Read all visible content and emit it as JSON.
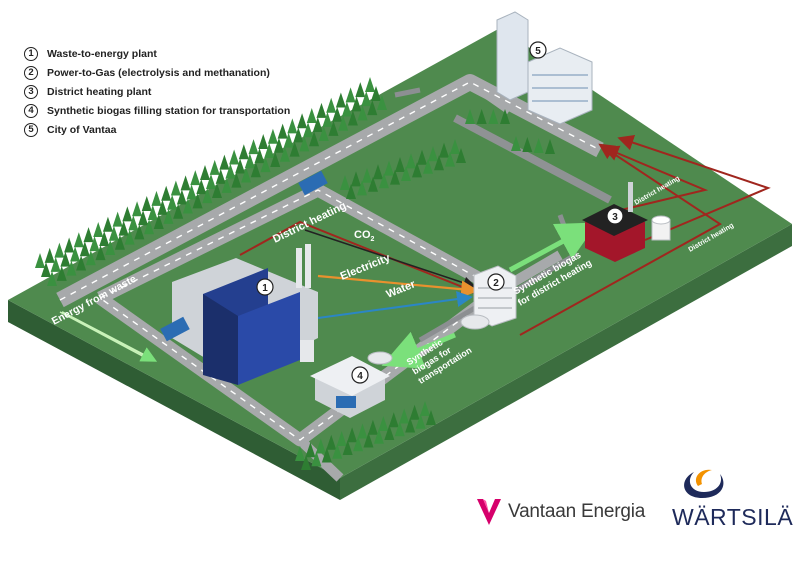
{
  "legend": {
    "items": [
      {
        "num": "1",
        "label": "Waste-to-energy plant"
      },
      {
        "num": "2",
        "label": "Power-to-Gas (electrolysis and methanation)"
      },
      {
        "num": "3",
        "label": "District heating plant"
      },
      {
        "num": "4",
        "label": "Synthetic biogas filling station for transportation"
      },
      {
        "num": "5",
        "label": "City of Vantaa"
      }
    ]
  },
  "flows": {
    "district_heating": "District heating",
    "co2": "CO",
    "co2_sub": "2",
    "electricity": "Electricity",
    "water": "Water",
    "energy_from_waste": "Energy from waste",
    "biogas_transport_1": "Synthetic",
    "biogas_transport_2": "biogas for",
    "biogas_transport_3": "transportation",
    "biogas_heating_1": "Synthetic biogas",
    "biogas_heating_2": "for district heating",
    "district_heating_a": "District heating",
    "district_heating_b": "District heating"
  },
  "markers": {
    "m1": "1",
    "m2": "2",
    "m3": "3",
    "m4": "4",
    "m5": "5"
  },
  "brands": {
    "vantaa": "Vantaan Energia",
    "wartsila": "WÄRTSILÄ"
  },
  "colors": {
    "grass": "#4f8a4e",
    "grass_side_left": "#2f5d34",
    "grass_side_right": "#3c6e3f",
    "road": "#a7a9ab",
    "tree": "#2e7d32",
    "district_heating": "#a0261e",
    "electricity": "#e8912e",
    "water": "#2b86c5",
    "biogas": "#7be07b",
    "vantaa_brand": "#d6006b",
    "wartsila_blue": "#1e2a5a",
    "wartsila_orange": "#f39200"
  }
}
